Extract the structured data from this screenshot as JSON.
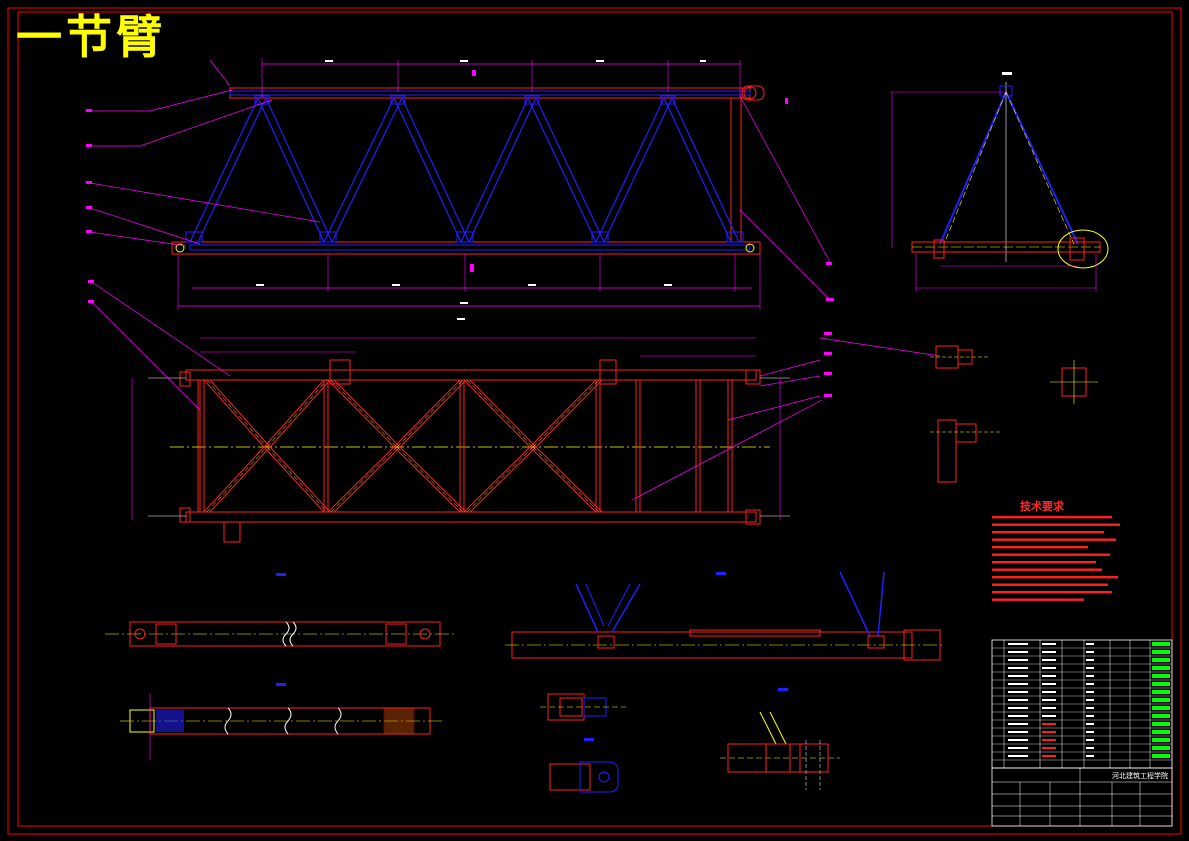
{
  "drawing": {
    "title": "一节臂",
    "tech_requirements_heading": "技术要求",
    "title_block_school": "河北建筑工程学院"
  },
  "colors": {
    "background": "#000000",
    "frame": "#ff0000",
    "outline": "#ff2020",
    "member": "#2020ff",
    "dimension": "#ff00ff",
    "centerline": "#ffff00",
    "text": "#ffffff",
    "green": "#00ff00",
    "title": "#ffff00"
  }
}
